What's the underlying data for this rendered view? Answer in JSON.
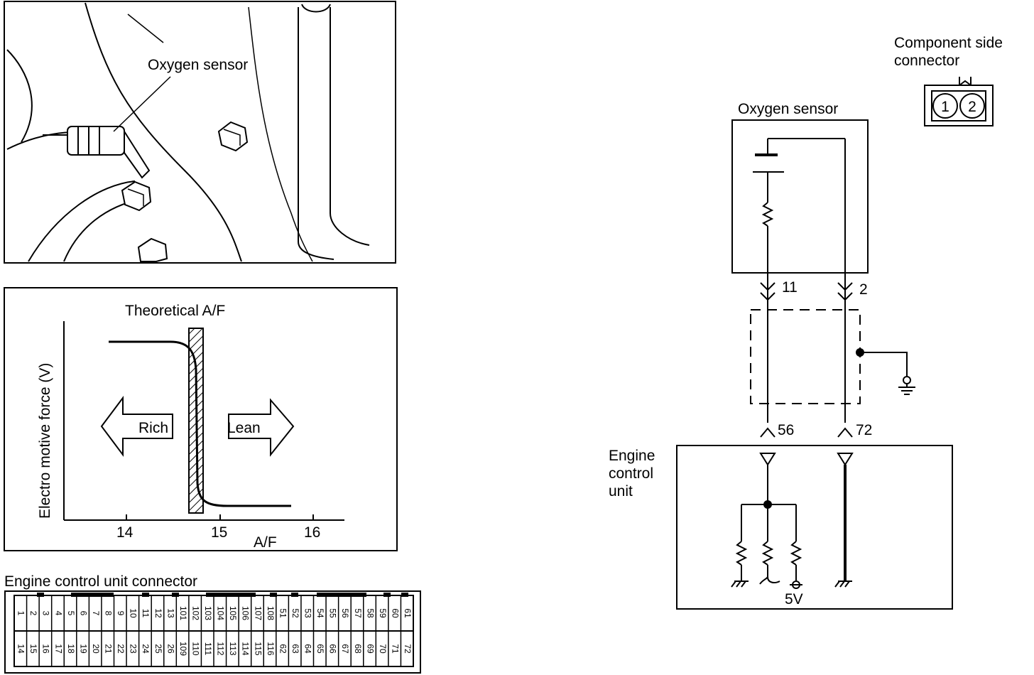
{
  "illustration": {
    "sensor_label": "Oxygen sensor"
  },
  "graph": {
    "title": "Theoretical A/F",
    "ylabel": "Electro motive force (V)",
    "xlabel": "A/F",
    "ticks": [
      "14",
      "15",
      "16"
    ],
    "rich_label": "Rich",
    "lean_label": "Lean"
  },
  "ecu_connector": {
    "title": "Engine control unit connector",
    "top_row": [
      "1",
      "2",
      "3",
      "4",
      "5",
      "6",
      "7",
      "8",
      "9",
      "10",
      "11",
      "12",
      "13",
      "101",
      "102",
      "103",
      "104",
      "105",
      "106",
      "107",
      "108",
      "51",
      "52",
      "53",
      "54",
      "55",
      "56",
      "57",
      "58",
      "59",
      "60",
      "61"
    ],
    "bottom_row": [
      "14",
      "15",
      "16",
      "17",
      "18",
      "19",
      "20",
      "21",
      "22",
      "23",
      "24",
      "25",
      "26",
      "109",
      "110",
      "111",
      "112",
      "113",
      "114",
      "115",
      "116",
      "62",
      "63",
      "64",
      "65",
      "66",
      "67",
      "68",
      "69",
      "70",
      "71",
      "72"
    ]
  },
  "component_connector": {
    "label_line1": "Component side",
    "label_line2": "connector",
    "pins": [
      "1",
      "2"
    ]
  },
  "circuit": {
    "sensor_label": "Oxygen sensor",
    "sensor_pin_left": "11",
    "sensor_pin_right": "2",
    "ecu_pin_left": "56",
    "ecu_pin_right": "72",
    "ecu_label_line1": "Engine",
    "ecu_label_line2": "control",
    "ecu_label_line3": "unit",
    "voltage_label": "5V"
  }
}
